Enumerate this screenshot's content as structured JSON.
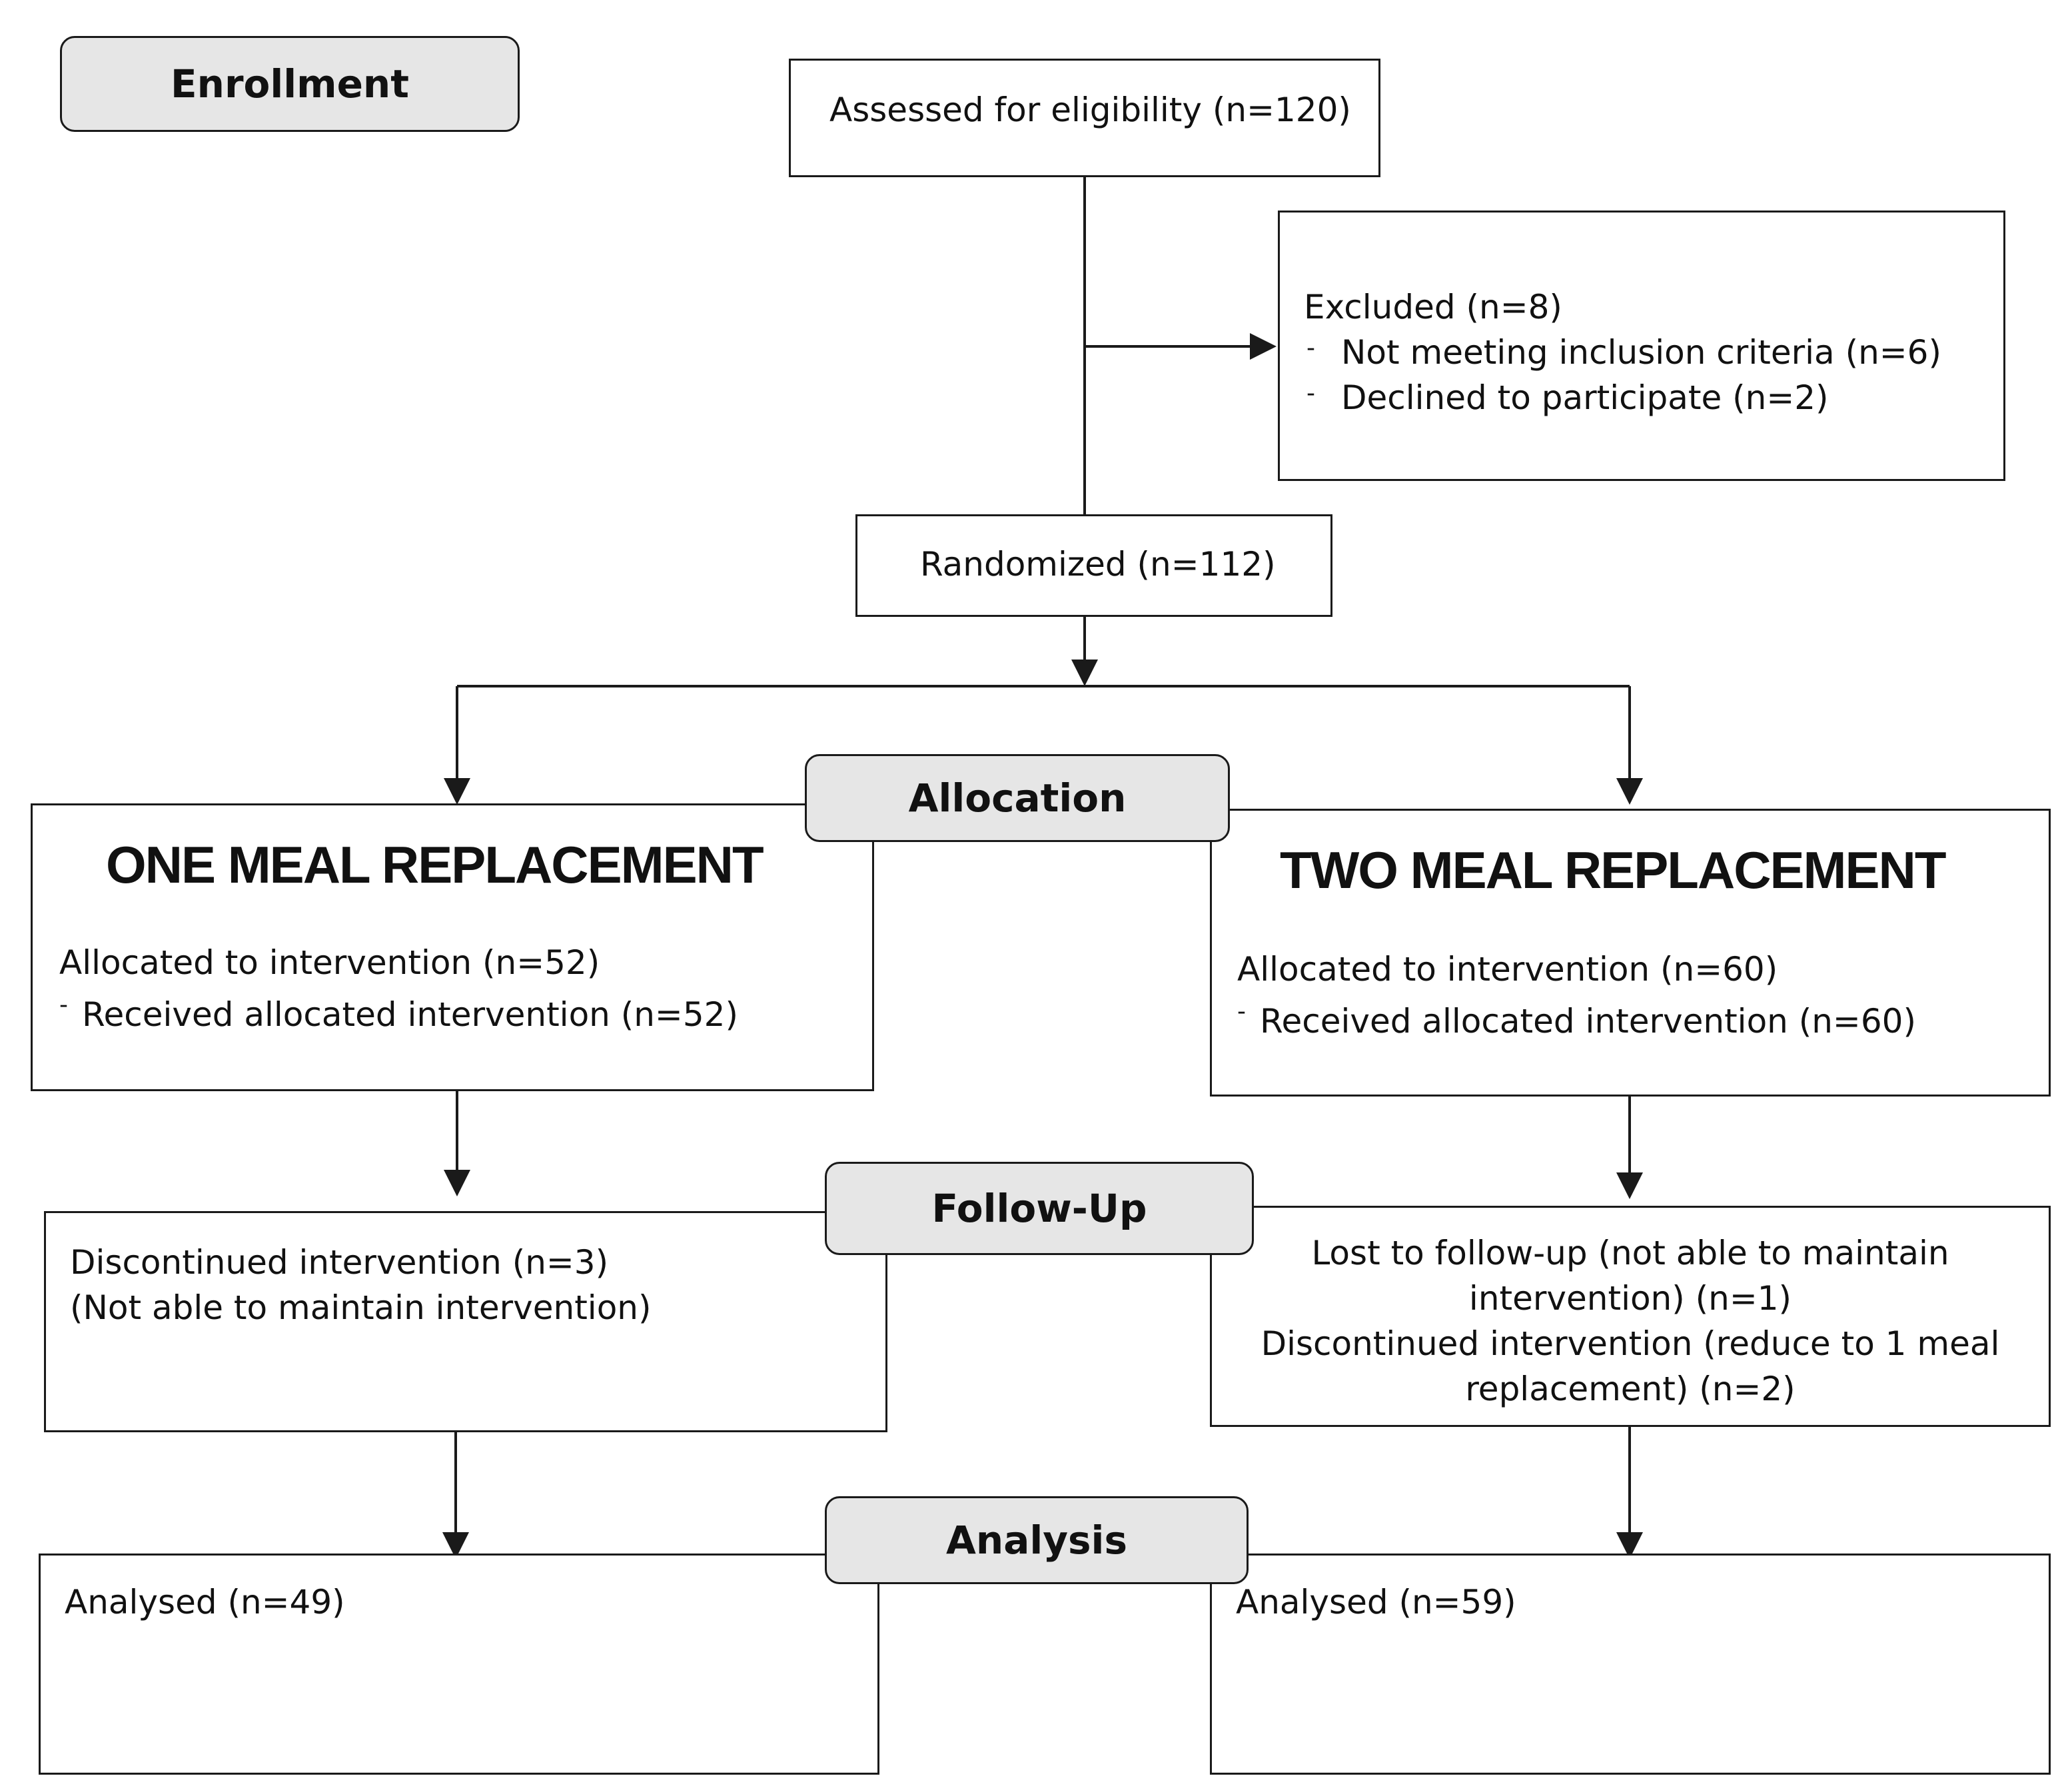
{
  "stages": {
    "enrollment": "Enrollment",
    "allocation": "Allocation",
    "follow_up": "Follow-Up",
    "analysis": "Analysis"
  },
  "assessed": "Assessed for eligibility (n=120)",
  "excluded": {
    "title": "Excluded (n=8)",
    "items": [
      "Not meeting inclusion criteria (n=6)",
      "Declined to participate (n=2)"
    ],
    "bullet": "-"
  },
  "randomized": "Randomized (n=112)",
  "arm_one": {
    "title": "ONE MEAL REPLACEMENT",
    "allocated": "Allocated to intervention (n=52)",
    "received": "Received allocated intervention (n=52)",
    "followup_line1": "Discontinued intervention (n=3)",
    "followup_line2": "(Not able to maintain intervention)",
    "analysed": "Analysed (n=49)"
  },
  "arm_two": {
    "title": "TWO MEAL REPLACEMENT",
    "allocated": "Allocated to intervention (n=60)",
    "received": "Received allocated intervention (n=60)",
    "followup_lines": [
      "Lost to follow-up (not able to maintain",
      "intervention) (n=1)",
      "Discontinued intervention (reduce to 1 meal",
      "replacement) (n=2)"
    ],
    "analysed": "Analysed (n=59)"
  }
}
